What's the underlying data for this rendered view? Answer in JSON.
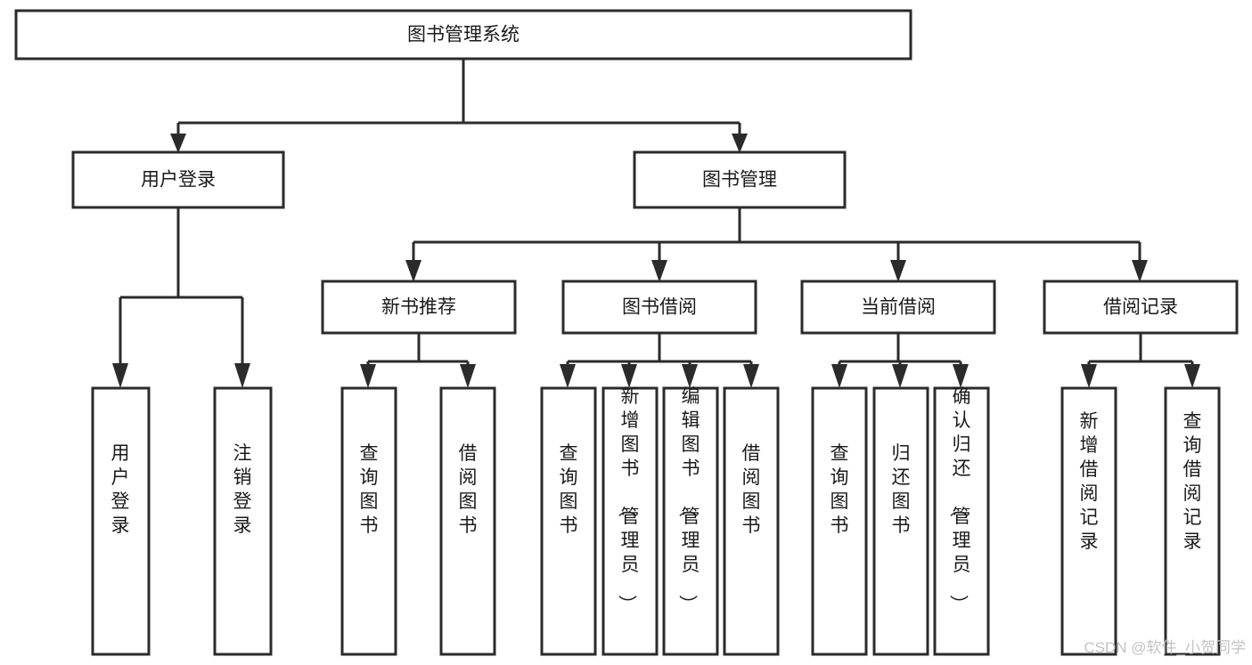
{
  "diagram": {
    "title": "图书管理系统",
    "type": "hierarchy-tree",
    "orientation": "top-down",
    "line_color": "#2b2b2b",
    "box_fill": "#ffffff",
    "text_color": "#1a1a1a",
    "background": "#ffffff"
  },
  "root": {
    "label": "图书管理系统"
  },
  "level2": [
    {
      "label": "用户登录"
    },
    {
      "label": "图书管理"
    }
  ],
  "level3": [
    {
      "label": "新书推荐"
    },
    {
      "label": "图书借阅"
    },
    {
      "label": "当前借阅"
    },
    {
      "label": "借阅记录"
    }
  ],
  "leaves": {
    "user_login": [
      {
        "label": "用户登录"
      },
      {
        "label": "注销登录"
      }
    ],
    "new_book_recommend": [
      {
        "label": "查询图书"
      },
      {
        "label": "借阅图书"
      }
    ],
    "book_borrow": [
      {
        "label": "查询图书"
      },
      {
        "label": "新增图书（管理员）"
      },
      {
        "label": "编辑图书（管理员）"
      },
      {
        "label": "借阅图书"
      }
    ],
    "current_borrow": [
      {
        "label": "查询图书"
      },
      {
        "label": "归还图书"
      },
      {
        "label": "确认归还（管理员）"
      }
    ],
    "borrow_record": [
      {
        "label": "新增借阅记录"
      },
      {
        "label": "查询借阅记录"
      }
    ]
  },
  "watermark": {
    "text": "CSDN @软件_小贺同学",
    "color": "#c3c3c3"
  }
}
